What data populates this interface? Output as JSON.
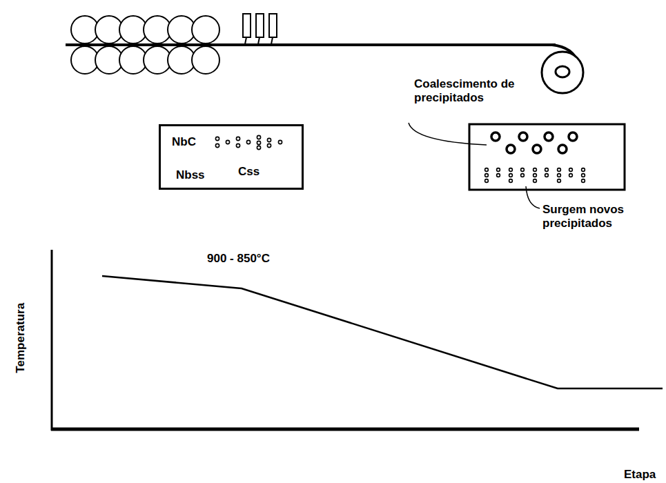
{
  "diagram": {
    "nodes": [
      {
        "text": [
          "NbC",
          "Nbss",
          "Css"
        ]
      }
    ],
    "labels": [
      "Coalescimento de precipitados",
      "Surgem novos precipitados",
      "900 - 850°C",
      "Temperatura",
      "Etapa"
    ]
  }
}
